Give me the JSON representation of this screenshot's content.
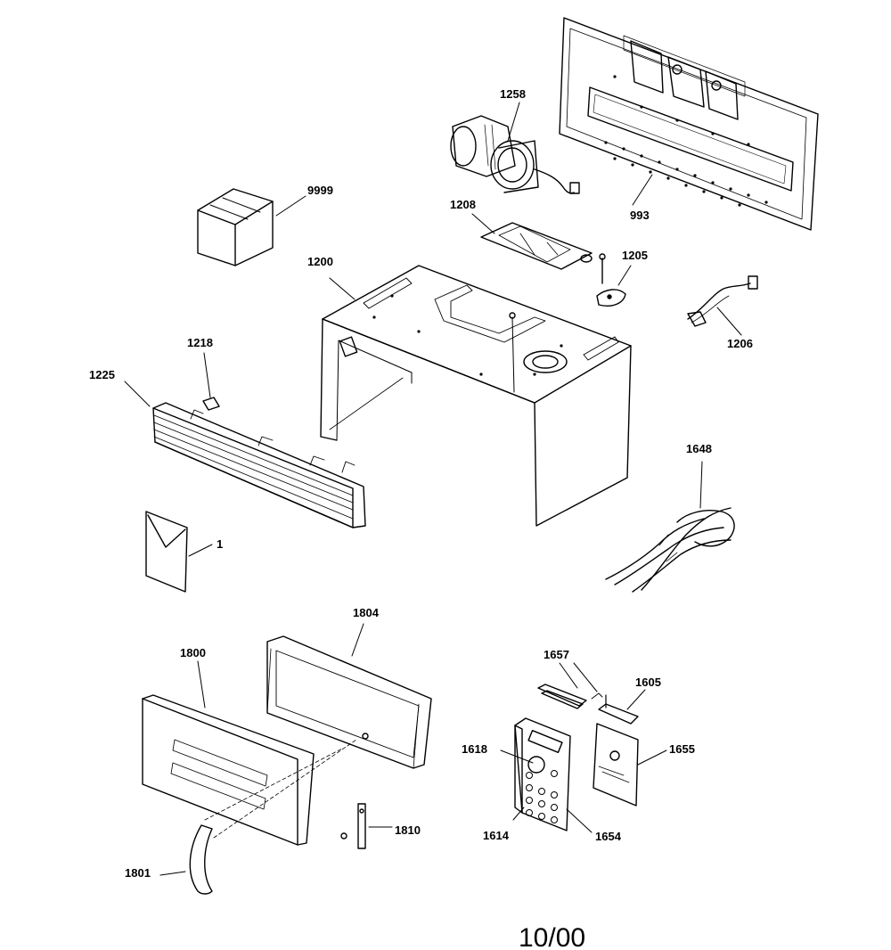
{
  "diagram": {
    "parts": [
      {
        "id": "p9999",
        "number": "9999"
      },
      {
        "id": "p1258",
        "number": "1258"
      },
      {
        "id": "p993",
        "number": "993"
      },
      {
        "id": "p1208",
        "number": "1208"
      },
      {
        "id": "p1200",
        "number": "1200"
      },
      {
        "id": "p1205",
        "number": "1205"
      },
      {
        "id": "p1206",
        "number": "1206"
      },
      {
        "id": "p1218",
        "number": "1218"
      },
      {
        "id": "p1225",
        "number": "1225"
      },
      {
        "id": "p1648",
        "number": "1648"
      },
      {
        "id": "p1",
        "number": "1"
      },
      {
        "id": "p1804",
        "number": "1804"
      },
      {
        "id": "p1800",
        "number": "1800"
      },
      {
        "id": "p1657",
        "number": "1657"
      },
      {
        "id": "p1605",
        "number": "1605"
      },
      {
        "id": "p1618",
        "number": "1618"
      },
      {
        "id": "p1655",
        "number": "1655"
      },
      {
        "id": "p1614",
        "number": "1614"
      },
      {
        "id": "p1654",
        "number": "1654"
      },
      {
        "id": "p1810",
        "number": "1810"
      },
      {
        "id": "p1801",
        "number": "1801"
      }
    ],
    "footer": "10/00",
    "line_color": "#000000",
    "background": "#ffffff"
  }
}
